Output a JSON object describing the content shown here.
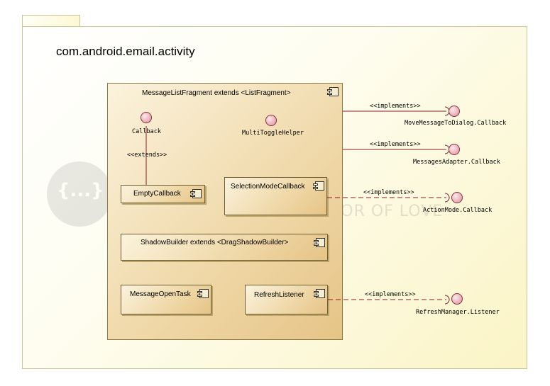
{
  "package": {
    "name": "com.android.email.activity"
  },
  "outer_component": {
    "title": "MessageListFragment extends <ListFragment>"
  },
  "components": {
    "empty_callback": "EmptyCallback",
    "selection_mode_callback": "SelectionModeCallback",
    "shadow_builder": "ShadowBuilder extends <DragShadowBuilder>",
    "message_open_task": "MessageOpenTask",
    "refresh_listener": "RefreshListener"
  },
  "internal_interfaces": {
    "callback": "Callback",
    "multi_toggle_helper": "MultiToggleHelper"
  },
  "external_interfaces": {
    "move_message": "MoveMessageToDialog.Callback",
    "messages_adapter": "MessagesAdapter.Callback",
    "action_mode": "ActionMode.Callback",
    "refresh_manager": "RefreshManager.Listener"
  },
  "relations": {
    "extends": "<<extends>>",
    "implements": "<<implements>>"
  },
  "watermark": {
    "glyph": "{...}",
    "title": "ARCHCODEV",
    "subtitle": "- PROGRAMMING IS A LABOR OF LOVE"
  },
  "colors": {
    "component_fill": "#efd7a6",
    "interface_fill": "#e6a9b4",
    "connector": "#8b1a2b",
    "package_fill": "#fcf8d4"
  }
}
